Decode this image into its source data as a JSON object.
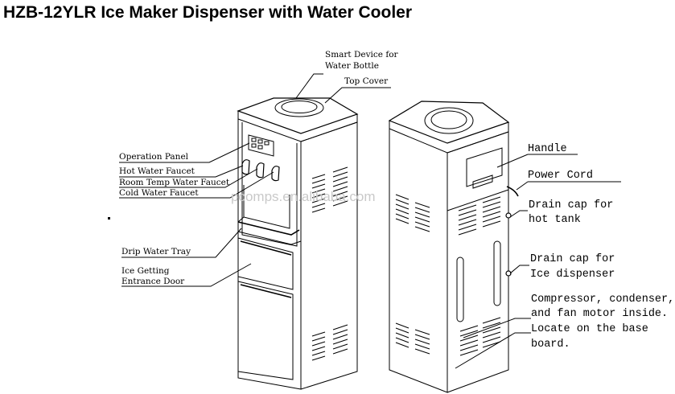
{
  "title": "HZB-12YLR Ice Maker Dispenser with Water Cooler",
  "watermark": "pcomps.en.alibaba.com",
  "left_labels": {
    "smart_device_1": "Smart Device for",
    "smart_device_2": "Water Bottle",
    "top_cover": "Top Cover",
    "operation_panel": "Operation Panel",
    "hot_faucet": "Hot Water Faucet",
    "room_faucet": "Room Temp Water Faucet",
    "cold_faucet": "Cold Water Faucet",
    "drip_tray": "Drip Water Tray",
    "ice_door_1": "Ice Getting",
    "ice_door_2": "Entrance Door"
  },
  "right_labels": {
    "handle": "Handle",
    "power_cord": "Power Cord",
    "drain_hot_1": "Drain cap for",
    "drain_hot_2": "hot tank",
    "drain_ice_1": "Drain cap for",
    "drain_ice_2": "Ice dispenser",
    "compressor_1": "Compressor, condenser,",
    "compressor_2": "and fan motor inside.",
    "compressor_3": "Locate on the base",
    "compressor_4": "board."
  }
}
